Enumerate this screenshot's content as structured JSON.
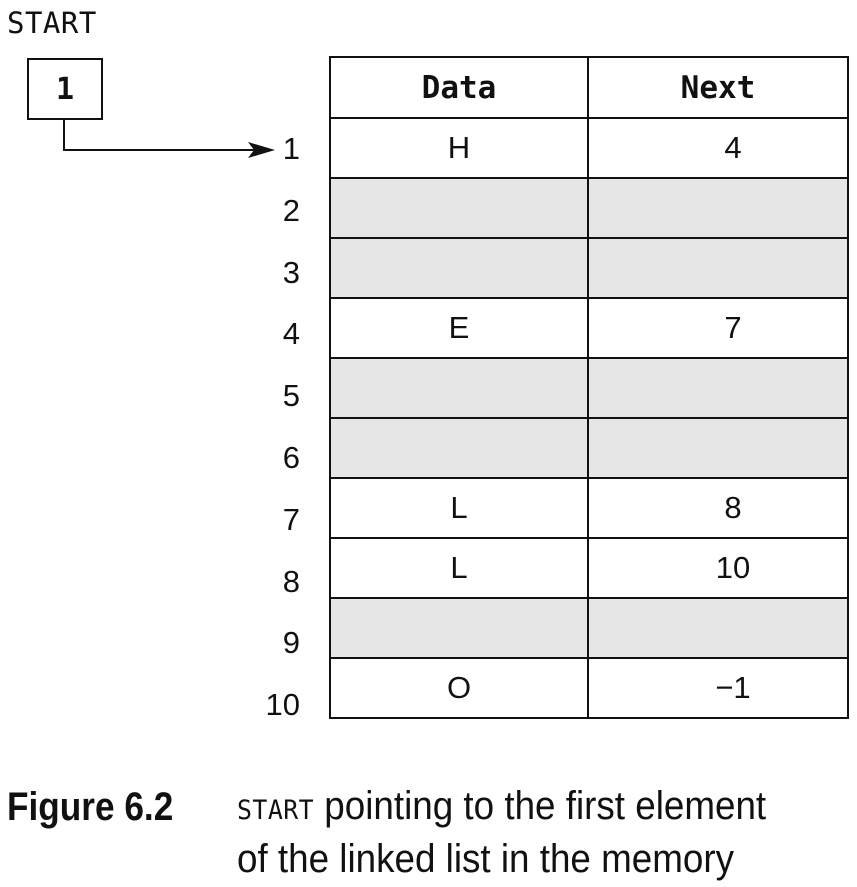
{
  "start": {
    "label": "START",
    "value": "1"
  },
  "table": {
    "headers": [
      "Data",
      "Next"
    ],
    "rows": [
      {
        "index": "1",
        "data": "H",
        "next": "4",
        "empty": false
      },
      {
        "index": "2",
        "data": "",
        "next": "",
        "empty": true
      },
      {
        "index": "3",
        "data": "",
        "next": "",
        "empty": true
      },
      {
        "index": "4",
        "data": "E",
        "next": "7",
        "empty": false
      },
      {
        "index": "5",
        "data": "",
        "next": "",
        "empty": true
      },
      {
        "index": "6",
        "data": "",
        "next": "",
        "empty": true
      },
      {
        "index": "7",
        "data": "L",
        "next": "8",
        "empty": false
      },
      {
        "index": "8",
        "data": "L",
        "next": "10",
        "empty": false
      },
      {
        "index": "9",
        "data": "",
        "next": "",
        "empty": true
      },
      {
        "index": "10",
        "data": "O",
        "next": "−1",
        "empty": false
      }
    ]
  },
  "caption": {
    "number": "Figure 6.2",
    "code_term": "START",
    "text": " pointing to the first element of the linked list in the memory"
  },
  "colors": {
    "line": "#111111",
    "empty_cell": "#e6e6e6",
    "background": "#ffffff"
  }
}
